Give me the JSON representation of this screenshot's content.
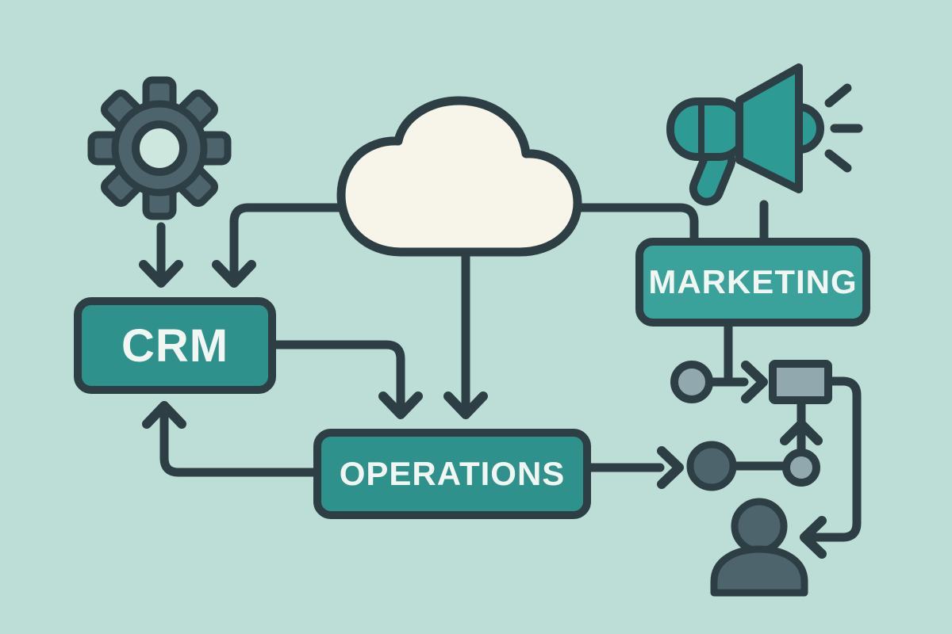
{
  "colors": {
    "background": "#bcded6",
    "outline": "#2d3e45",
    "box_teal": "#2f918b",
    "box_teal_light": "#3ba19b",
    "icon_teal": "#2e9a94",
    "slate": "#4d646d",
    "gray_blue": "#92a8af",
    "cloud_fill": "#f7f4ea",
    "gear_hole": "#cde7df",
    "label_text": "#f2f6f2"
  },
  "nodes": {
    "crm": {
      "label": "CRM"
    },
    "operations": {
      "label": "OPERATIONS"
    },
    "marketing": {
      "label": "MARKETING"
    }
  },
  "icons": {
    "top_left": "gear-icon",
    "top_center": "cloud-icon",
    "top_right": "megaphone-icon",
    "bottom_right": "person-icon",
    "process_nodes": [
      "circle-node",
      "circle-node-large",
      "rect-node",
      "circle-node-small"
    ]
  }
}
